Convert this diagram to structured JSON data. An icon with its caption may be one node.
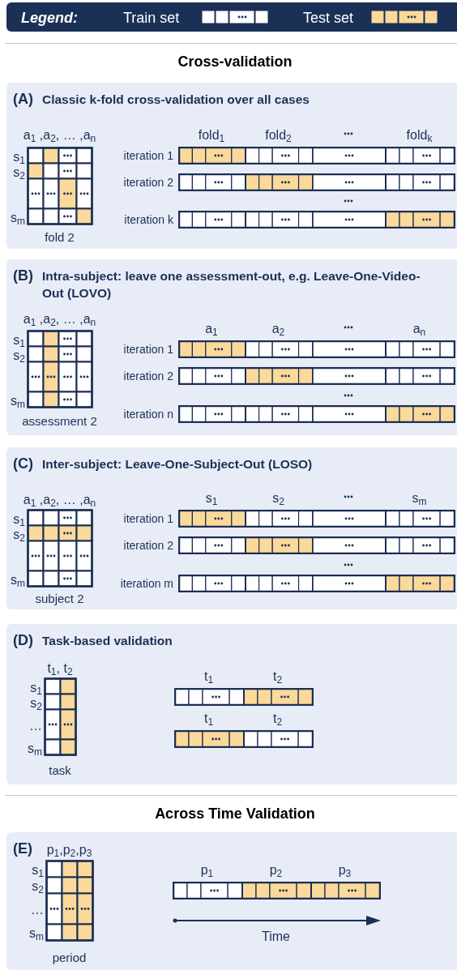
{
  "diagram": {
    "nodes": [
      {
        "text": [
          "(A)",
          "Classic k-fold cross-validation over all cases"
        ]
      },
      {
        "text": [
          "(B)",
          "Intra-subject: leave one assessment-out, e.g. Leave-One-Video-Out (LOVO)"
        ]
      },
      {
        "text": [
          "(C)",
          "Inter-subject: Leave-One-Subject-Out (LOSO)"
        ]
      },
      {
        "text": [
          "(D)",
          "Task-based validation"
        ]
      },
      {
        "text": [
          "(E)"
        ]
      }
    ],
    "labels": [
      "Legend:",
      "Cross-validation",
      "a$_{1}$ ,a$_{2}$, … ,a$_{n}$",
      "s$_{1}$",
      "s$_{2}$",
      "s$_{m}$",
      "fold 2",
      "fold$_{1}$",
      "fold$_{2}$",
      "fold$_{k}$",
      "iteration 1",
      "iteration 2",
      "iteration k",
      "a$_{1}$ ,a$_{2}$, … ,a$_{n}$",
      "s$_{1}$",
      "s$_{2}$",
      "s$_{m}$",
      "assessment 2",
      "a$_{1}$",
      "a$_{2}$",
      "a$_{n}$",
      "iteration 1",
      "iteration 2",
      "iteration n",
      "a$_{1}$ ,a$_{2}$, … ,a$_{n}$",
      "s$_{1}$",
      "s$_{2}$",
      "s$_{m}$",
      "subject 2",
      "s$_{1}$",
      "s$_{2}$",
      "s$_{m}$",
      "iteration 1",
      "iteration 2",
      "iteration m",
      "t$_{1}$, t$_{2}$",
      "s$_{1}$",
      "s$_{2}$",
      "…",
      "s$_{m}$",
      "task",
      "t$_{1}$",
      "t$_{2}$",
      "t$_{1}$",
      "t$_{2}$",
      "Across Time Validation",
      "p$_{1}$,p$_{2}$,p$_{3}$",
      "s$_{1}$",
      "s$_{2}$",
      "…",
      "s$_{m}$",
      "period",
      "p$_{1}$",
      "p$_{2}$",
      "p$_{3}$",
      "Time"
    ],
    "legend": [
      {
        "text": "Train set",
        "color": "#ffffff"
      },
      {
        "text": "Test set",
        "color": "#fbd99a"
      }
    ]
  }
}
